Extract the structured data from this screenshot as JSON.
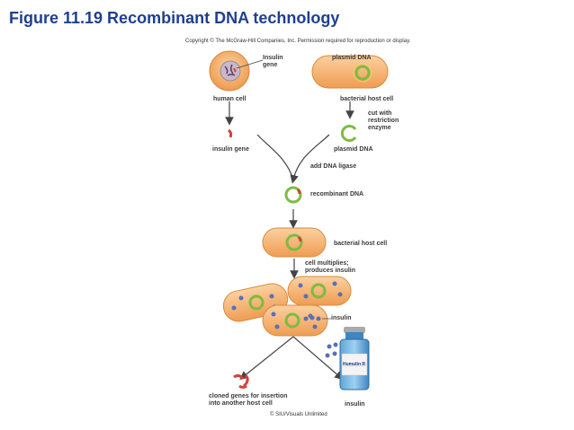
{
  "title": "Figure 11.19 Recombinant DNA technology",
  "copyright": "Copyright © The McGraw-Hill Companies, Inc. Permission required for reproduction or display.",
  "labels": {
    "insulin_gene_top": "Insulin\ngene",
    "plasmid_dna_top": "plasmid DNA",
    "human_cell": "human cell",
    "bacterial_host_cell_top": "bacterial host cell",
    "cut_with_enzyme": "cut with\nrestriction\nenzyme",
    "insulin_gene": "insulin gene",
    "plasmid_dna": "plasmid DNA",
    "add_ligase": "add DNA ligase",
    "recombinant_dna": "recombinant DNA",
    "bacterial_host_cell": "bacterial host cell",
    "cell_multiplies": "cell multiplies;\nproduces insulin",
    "insulin_mid": "insulin",
    "cloned_genes": "cloned genes for insertion\ninto another host cell",
    "insulin_bottom": "insulin",
    "vial_brand": "Humulin R"
  },
  "credit": "© SIU/Visuals Unlimited",
  "colors": {
    "title": "#1f3f8f",
    "cell": "#f2a25a",
    "cell_light": "#f9cd9a",
    "plasmid": "#7dbb42",
    "gene": "#d9403a",
    "insulin": "#5a6fb8",
    "arrow": "#444444"
  }
}
